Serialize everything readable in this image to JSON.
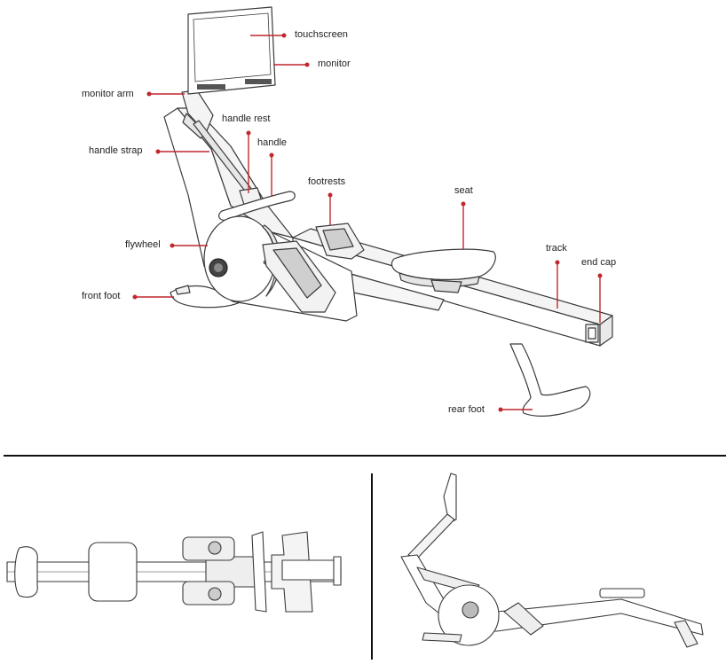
{
  "colors": {
    "leader": "#c1272d",
    "outline": "#3a3a3a",
    "fill": "#ffffff",
    "shade": "#e6e6e6",
    "divider": "#111111"
  },
  "labels": {
    "touchscreen": "touchscreen",
    "monitor": "monitor",
    "monitor_arm": "monitor arm",
    "handle_rest": "handle rest",
    "handle": "handle",
    "handle_strap": "handle strap",
    "footrests": "footrests",
    "seat": "seat",
    "track": "track",
    "end_cap": "end cap",
    "flywheel": "flywheel",
    "front_foot": "front foot",
    "rear_foot": "rear foot"
  }
}
